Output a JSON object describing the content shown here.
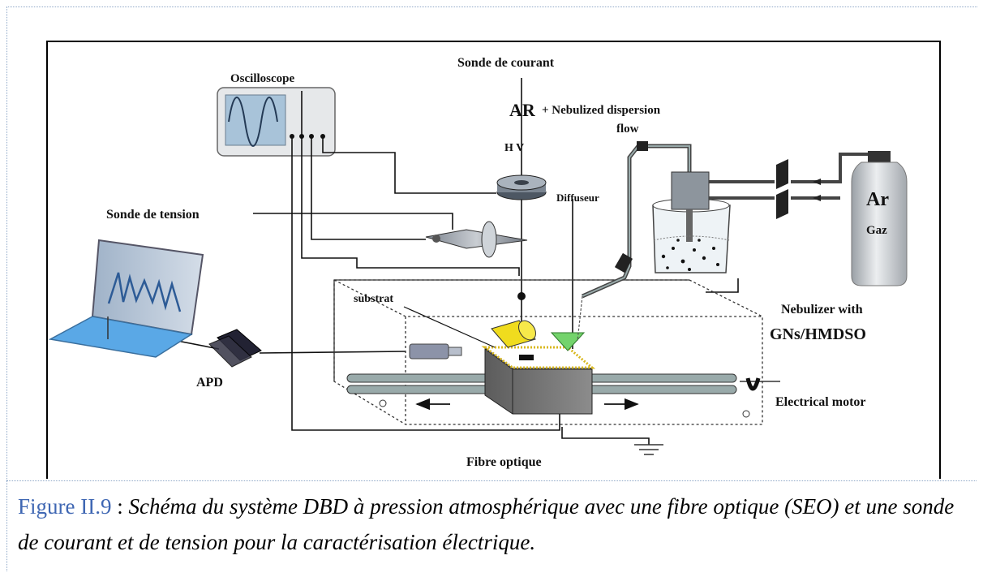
{
  "figure": {
    "labels": {
      "oscilloscope": "Oscilloscope",
      "sonde_courant": "Sonde de courant",
      "ar": "AR",
      "nebulized": "+ Nebulized dispersion",
      "flow": "flow",
      "hv": "H V",
      "diffuseur": "Diffuseur",
      "sonde_tension": "Sonde de tension",
      "substrat": "substrat",
      "apd": "APD",
      "fibre_optique": "Fibre optique",
      "ar_gas": "Ar",
      "gaz": "Gaz",
      "nebulizer_with": "Nebulizer with",
      "gns_hmdso": "GNs/HMDSO",
      "electrical_motor": "Electrical motor"
    }
  },
  "caption": {
    "figure_ref": "Figure II.9",
    "separator": " : ",
    "text": "Schéma du système DBD à pression atmosphérique avec une fibre optique (SEO) et une sonde de courant et de tension pour la caractérisation électrique."
  },
  "colors": {
    "caption_ref": "#3f67b3",
    "frame_dotted": "#8fa8c8"
  }
}
